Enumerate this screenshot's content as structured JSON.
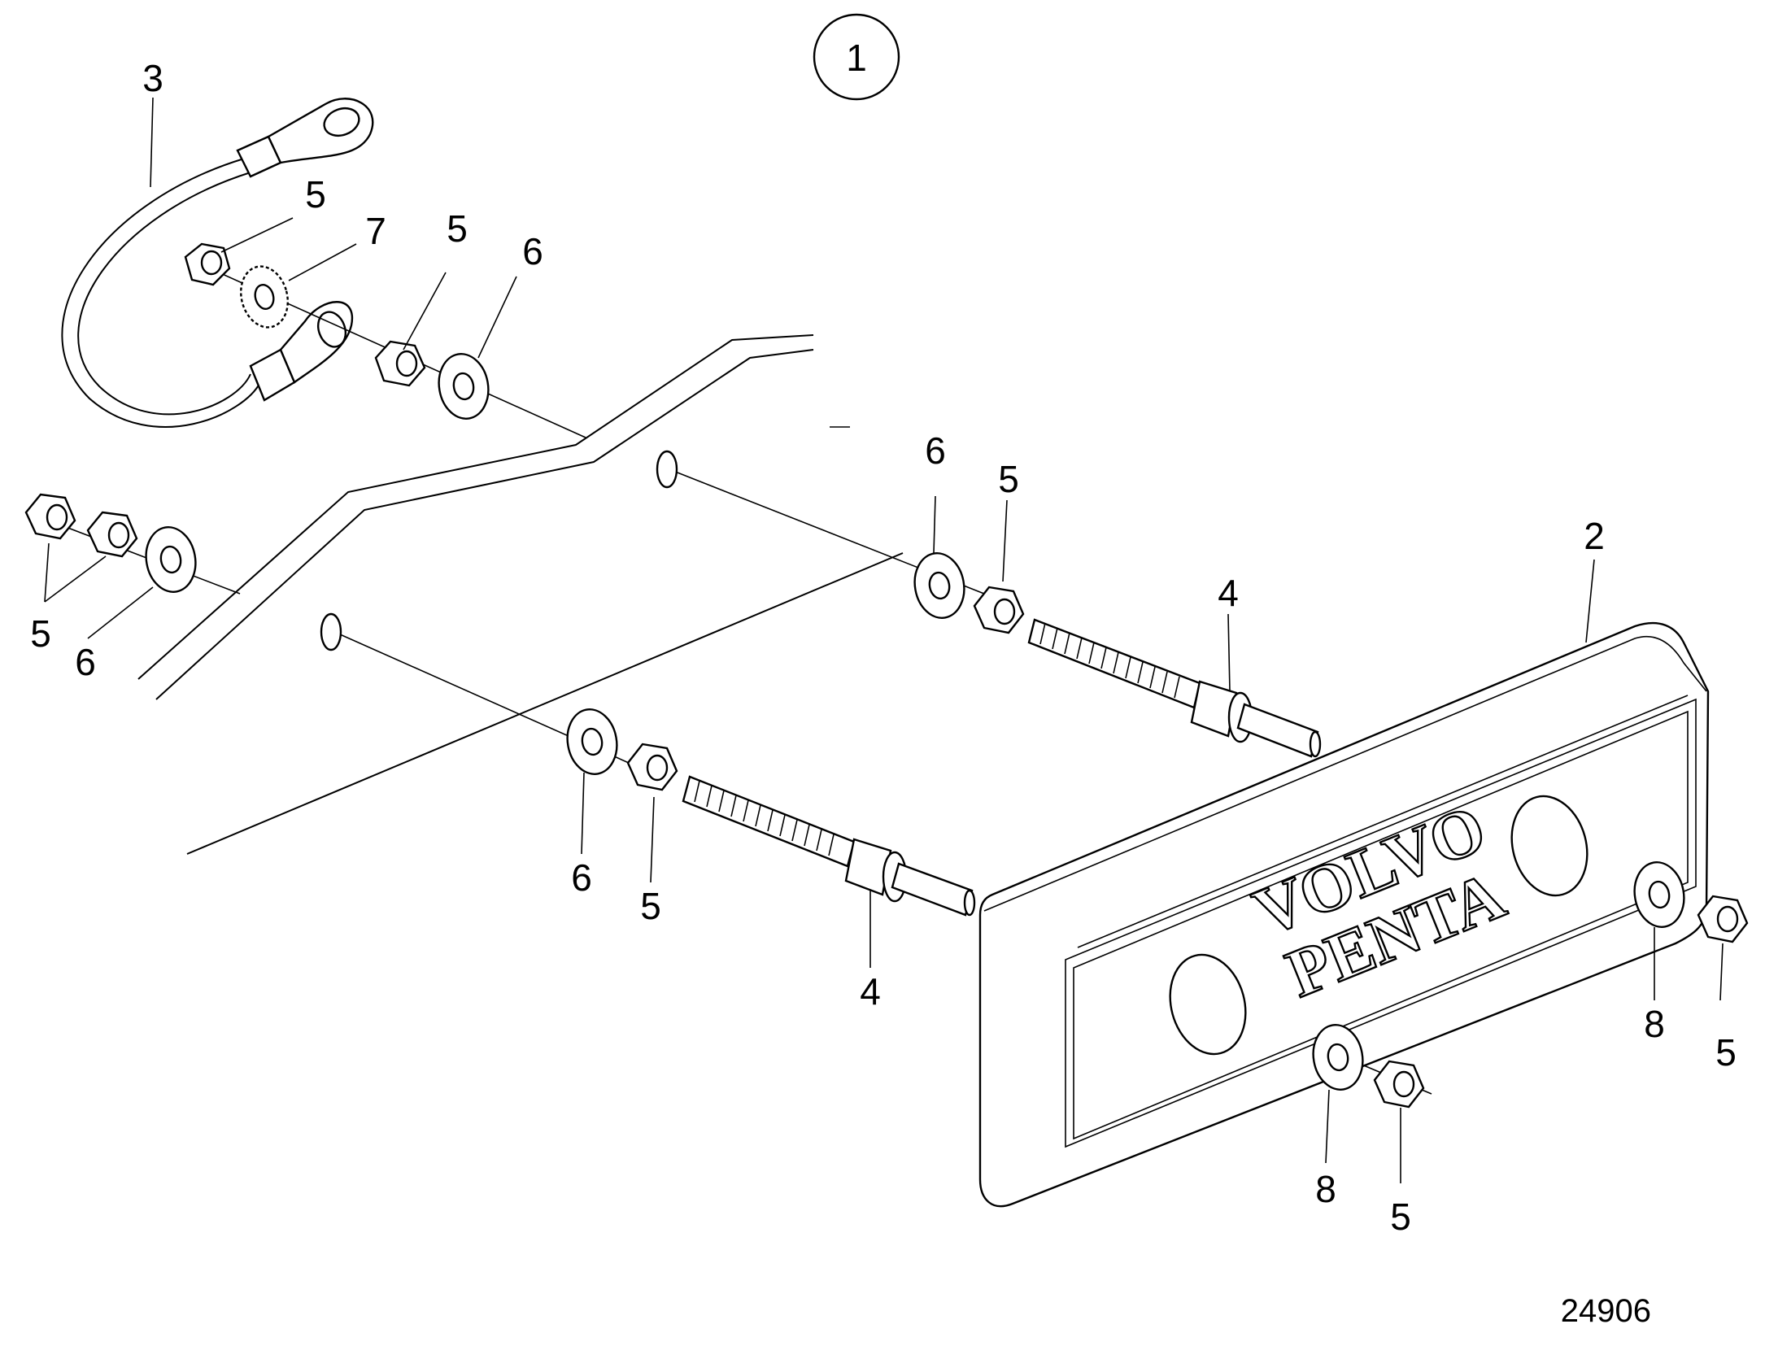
{
  "figure_number": "1",
  "drawing_number": "24906",
  "callouts": {
    "c3": "3",
    "c5_cable_nut": "5",
    "c7": "7",
    "c5_upper_nut": "5",
    "c6_upper_washer": "6",
    "c5_left": "5",
    "c6_left": "6",
    "c6_mid": "6",
    "c5_mid": "5",
    "c2": "2",
    "c4_upper": "4",
    "c6_lower": "6",
    "c5_lower": "5",
    "c4_lower": "4",
    "c8_right": "8",
    "c5_right": "5",
    "c8_bottom": "8",
    "c5_bottom": "5"
  },
  "logo": {
    "line1": "VOLVO",
    "line2": "PENTA"
  }
}
